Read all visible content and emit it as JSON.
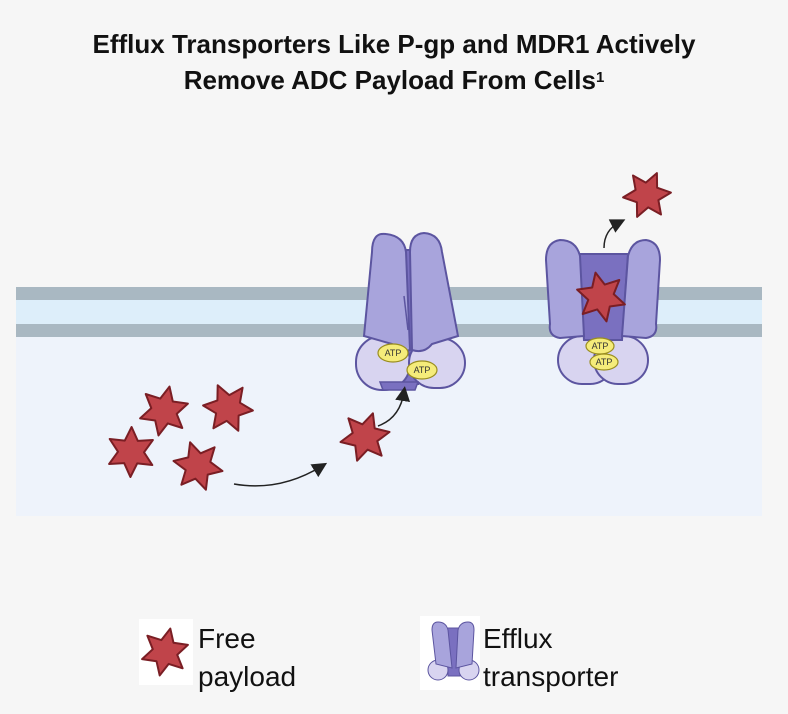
{
  "title": {
    "line1": "Efflux Transporters Like P-gp and MDR1 Actively",
    "line2": "Remove ADC Payload From Cells",
    "superscript": "1"
  },
  "diagram": {
    "atp_label": "ATP"
  },
  "legend": {
    "payload_line1": "Free",
    "payload_line2": "payload",
    "transporter_line1": "Efflux",
    "transporter_line2": "transporter"
  },
  "colors": {
    "star_fill": "#c0444a",
    "star_stroke": "#7a1e24",
    "transporter_light": "#a8a4dc",
    "transporter_dark": "#7a70c0",
    "transporter_outline": "#5c55a0",
    "atp_fill": "#f5ec7a",
    "membrane_band": "#a9b8c2",
    "cell_interior": "#eef3fb"
  }
}
